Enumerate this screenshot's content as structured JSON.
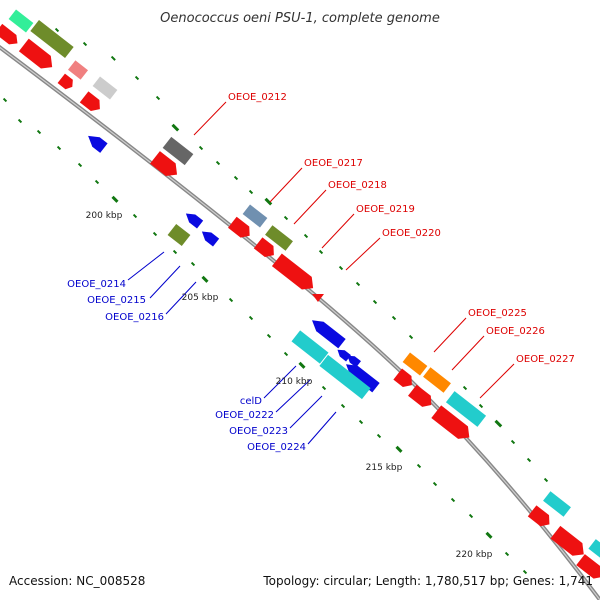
{
  "title": "Oenococcus oeni PSU-1, complete genome",
  "footer": {
    "accession": "Accession: NC_008528",
    "topology": "Topology: circular; Length: 1,780,517 bp; Genes: 1,741"
  },
  "colors": {
    "backbone": "#888888",
    "tick": "#117711",
    "forward_label": "#dd0000",
    "reverse_label": "#0000cc",
    "red": "#ee1111",
    "olive": "#6e8c2a",
    "grey": "#666666",
    "light_grey": "#cccccc",
    "pink": "#f08080",
    "steel": "#7090b0",
    "cyan": "#22cccc",
    "blue": "#0a0ae0",
    "orange": "#ff8800",
    "mint": "#33ee99"
  },
  "kbp_markers": [
    "200 kbp",
    "205 kbp",
    "210 kbp",
    "215 kbp",
    "220 kbp"
  ],
  "gene_labels": [
    {
      "id": "lbl-OEOE_0212",
      "text": "OEOE_0212",
      "strand": "forward"
    },
    {
      "id": "lbl-OEOE_0217",
      "text": "OEOE_0217",
      "strand": "forward"
    },
    {
      "id": "lbl-OEOE_0218",
      "text": "OEOE_0218",
      "strand": "forward"
    },
    {
      "id": "lbl-OEOE_0219",
      "text": "OEOE_0219",
      "strand": "forward"
    },
    {
      "id": "lbl-OEOE_0220",
      "text": "OEOE_0220",
      "strand": "forward"
    },
    {
      "id": "lbl-OEOE_0214",
      "text": "OEOE_0214",
      "strand": "reverse"
    },
    {
      "id": "lbl-OEOE_0215",
      "text": "OEOE_0215",
      "strand": "reverse"
    },
    {
      "id": "lbl-OEOE_0216",
      "text": "OEOE_0216",
      "strand": "reverse"
    },
    {
      "id": "lbl-OEOE_0225",
      "text": "OEOE_0225",
      "strand": "forward"
    },
    {
      "id": "lbl-OEOE_0226",
      "text": "OEOE_0226",
      "strand": "forward"
    },
    {
      "id": "lbl-OEOE_0227",
      "text": "OEOE_0227",
      "strand": "forward"
    },
    {
      "id": "lbl-celD",
      "text": "celD",
      "strand": "reverse"
    },
    {
      "id": "lbl-OEOE_0222",
      "text": "OEOE_0222",
      "strand": "reverse"
    },
    {
      "id": "lbl-OEOE_0223",
      "text": "OEOE_0223",
      "strand": "reverse"
    },
    {
      "id": "lbl-OEOE_0224",
      "text": "OEOE_0224",
      "strand": "reverse"
    }
  ]
}
